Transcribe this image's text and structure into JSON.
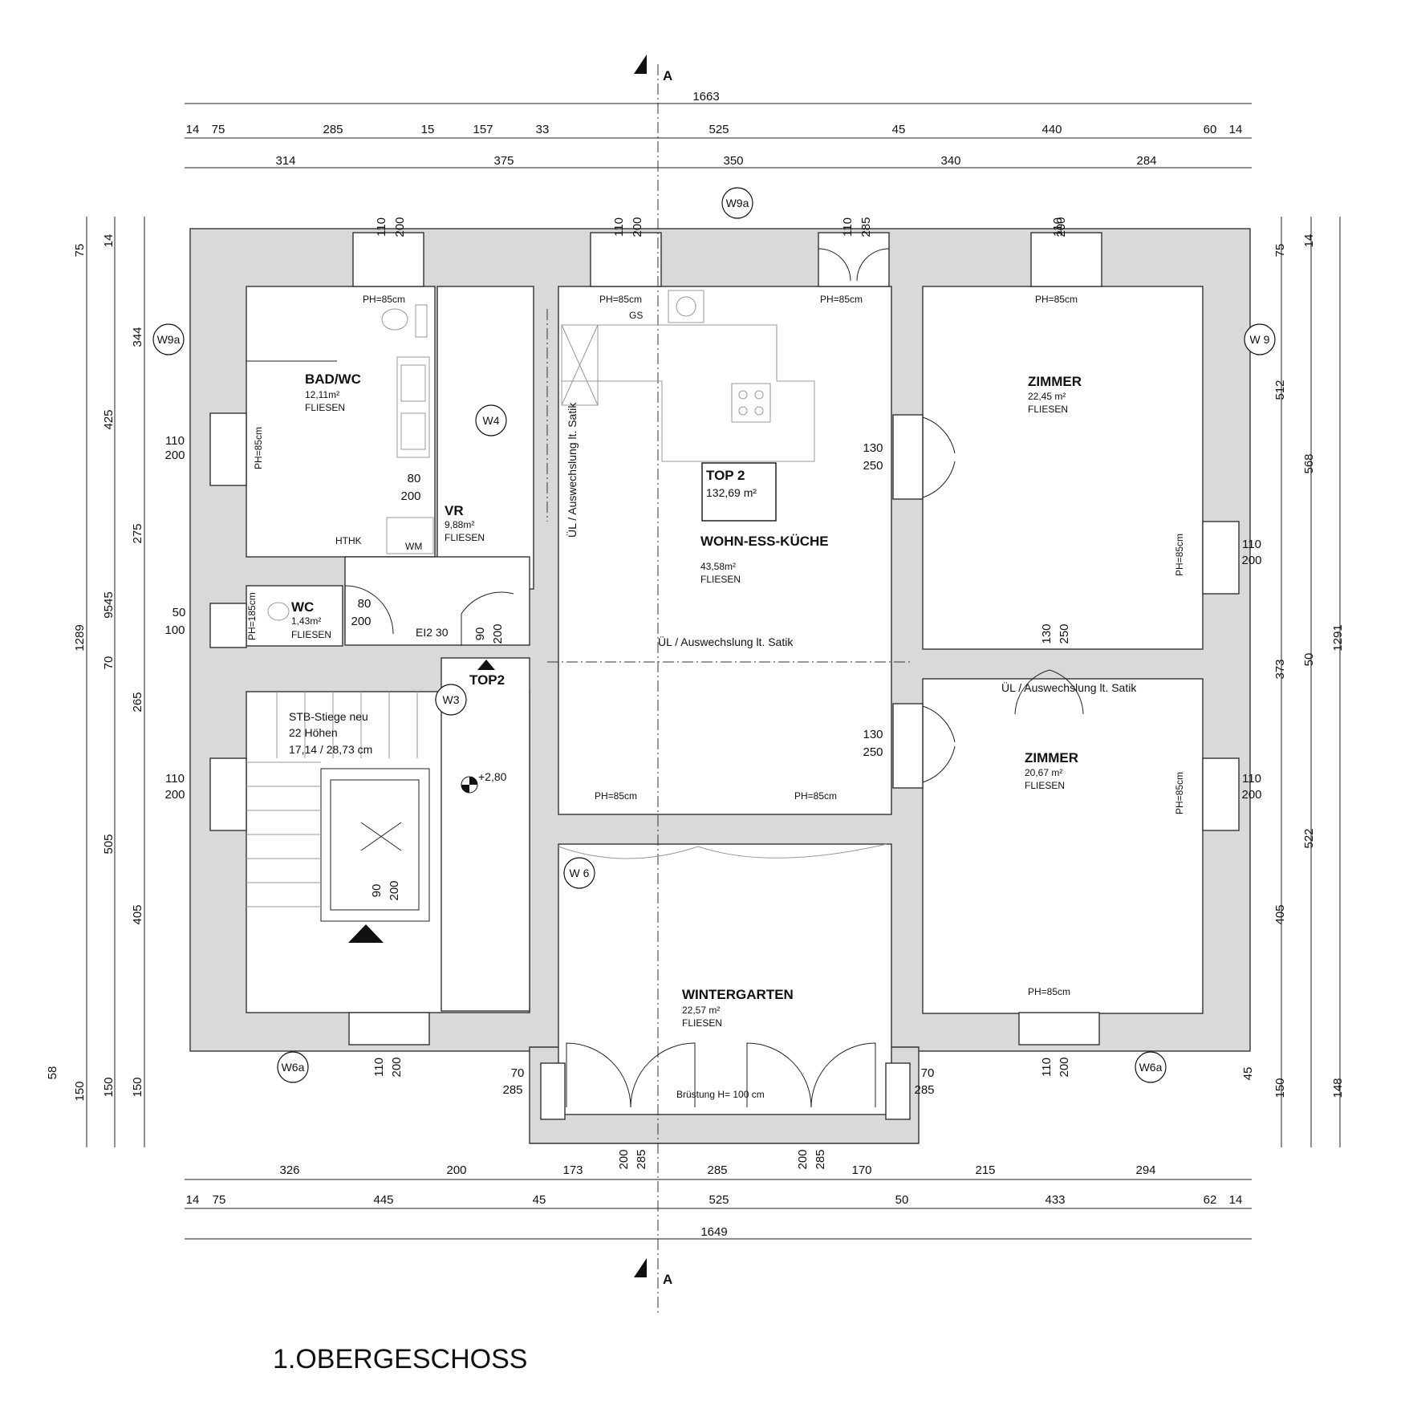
{
  "title": "1.OBERGESCHOSS",
  "section_marker": "A",
  "dimensions": {
    "top_total": "1663",
    "top_row": [
      "14",
      "75",
      "285",
      "15",
      "157",
      "33",
      "525",
      "45",
      "440",
      "60",
      "14"
    ],
    "top_row2": [
      "314",
      "375",
      "350",
      "340",
      "284"
    ],
    "bottom_row1": [
      "326",
      "200",
      "173",
      "285",
      "170",
      "215",
      "294"
    ],
    "bottom_row2": [
      "14",
      "75",
      "445",
      "45",
      "525",
      "50",
      "433",
      "62",
      "14"
    ],
    "bottom_total": "1649",
    "left_outer": [
      "75",
      "1289",
      "58",
      "150"
    ],
    "left_mid": [
      "14",
      "425",
      "9545",
      "70",
      "505",
      "150"
    ],
    "left_inner": [
      "344",
      "275",
      "265",
      "405",
      "150"
    ],
    "right_inner": [
      "75",
      "512",
      "373",
      "405",
      "150"
    ],
    "right_mid": [
      "14",
      "568",
      "50",
      "522",
      "45"
    ],
    "right_outer": [
      "1291",
      "148"
    ]
  },
  "rooms": {
    "bad": {
      "name": "BAD/WC",
      "area": "12,11m²",
      "floor": "FLIESEN"
    },
    "vr": {
      "name": "VR",
      "area": "9,88m²",
      "floor": "FLIESEN"
    },
    "wc": {
      "name": "WC",
      "area": "1,43m²",
      "floor": "FLIESEN"
    },
    "top": {
      "name": "TOP 2",
      "area": "132,69 m²"
    },
    "wohn": {
      "name": "WOHN-ESS-KÜCHE",
      "area": "43,58m²",
      "floor": "FLIESEN"
    },
    "zimmer1": {
      "name": "ZIMMER",
      "area": "22,45 m²",
      "floor": "FLIESEN"
    },
    "zimmer2": {
      "name": "ZIMMER",
      "area": "20,67 m²",
      "floor": "FLIESEN"
    },
    "winter": {
      "name": "WINTERGARTEN",
      "area": "22,57 m²",
      "floor": "FLIESEN"
    }
  },
  "stair": {
    "line1": "STB-Stiege neu",
    "line2": "22 Höhen",
    "line3": "17,14 / 28,73 cm",
    "level": "+2,80",
    "entry": "TOP2"
  },
  "window_tags": [
    "W9a",
    "W4",
    "W9a",
    "W 9",
    "W3",
    "W 6",
    "W6a",
    "W6a"
  ],
  "labels": {
    "ph85": "PH=85cm",
    "ph185": "PH=185cm",
    "ul_satik": "ÜL / Auswechslung lt. Satik",
    "ei": "EI2 30",
    "brustung": "Brüstung H= 100 cm",
    "gs": "GS",
    "hthk": "HTHK",
    "wm": "WM"
  },
  "openings": {
    "w_110": "110",
    "h_200": "200",
    "h_285": "285",
    "d_130": "130",
    "d_250": "250",
    "d_80": "80",
    "d_50": "50",
    "d_100": "100",
    "d_90": "90",
    "d_70": "70"
  }
}
